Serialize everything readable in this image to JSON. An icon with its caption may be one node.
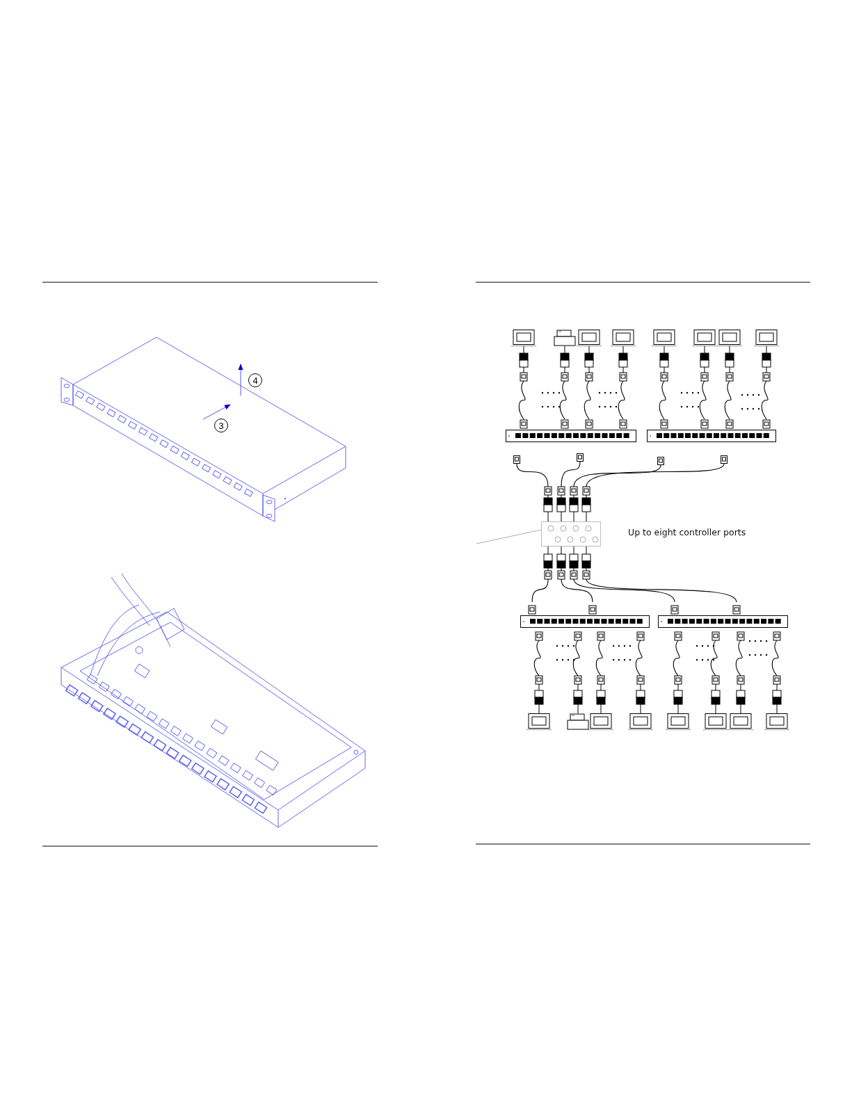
{
  "diagram": {
    "nodes": [
      {
        "text": [],
        "shape": "computer"
      },
      {
        "text": [],
        "shape": "printer"
      },
      {
        "text": [],
        "shape": "computer"
      },
      {
        "text": [],
        "shape": "computer"
      },
      {
        "text": [],
        "shape": "computer"
      },
      {
        "text": [],
        "shape": "computer"
      },
      {
        "text": [],
        "shape": "computer"
      },
      {
        "text": [],
        "shape": "computer"
      },
      {
        "text": [],
        "shape": "hub"
      },
      {
        "text": [],
        "shape": "hub"
      },
      {
        "text": [],
        "shape": "plug"
      },
      {
        "text": [],
        "shape": "plug"
      },
      {
        "text": [],
        "shape": "plug"
      },
      {
        "text": [],
        "shape": "plug"
      },
      {
        "text": [],
        "shape": "panel"
      },
      {
        "text": [],
        "shape": "hub"
      },
      {
        "text": [],
        "shape": "hub"
      },
      {
        "text": [],
        "shape": "computer"
      },
      {
        "text": [],
        "shape": "printer"
      },
      {
        "text": [],
        "shape": "computer"
      },
      {
        "text": [],
        "shape": "computer"
      },
      {
        "text": [],
        "shape": "computer"
      },
      {
        "text": [],
        "shape": "computer"
      },
      {
        "text": [],
        "shape": "computer"
      },
      {
        "text": [],
        "shape": "computer"
      }
    ],
    "edges": [
      {
        "from": 0,
        "to": 8,
        "arrow": "none"
      },
      {
        "from": 1,
        "to": 8,
        "arrow": "none"
      },
      {
        "from": 2,
        "to": 8,
        "arrow": "none"
      },
      {
        "from": 3,
        "to": 8,
        "arrow": "none"
      },
      {
        "from": 4,
        "to": 9,
        "arrow": "none"
      },
      {
        "from": 5,
        "to": 9,
        "arrow": "none"
      },
      {
        "from": 6,
        "to": 9,
        "arrow": "none"
      },
      {
        "from": 7,
        "to": 9,
        "arrow": "none"
      },
      {
        "from": 10,
        "to": 14,
        "arrow": "none"
      },
      {
        "from": 11,
        "to": 14,
        "arrow": "none"
      },
      {
        "from": 12,
        "to": 14,
        "arrow": "none"
      },
      {
        "from": 13,
        "to": 14,
        "arrow": "none"
      },
      {
        "from": 14,
        "to": 15,
        "arrow": "none"
      },
      {
        "from": 14,
        "to": 15,
        "arrow": "none"
      },
      {
        "from": 14,
        "to": 16,
        "arrow": "none"
      },
      {
        "from": 14,
        "to": 16,
        "arrow": "none"
      },
      {
        "from": 15,
        "to": 17,
        "arrow": "none"
      },
      {
        "from": 15,
        "to": 18,
        "arrow": "none"
      },
      {
        "from": 15,
        "to": 19,
        "arrow": "none"
      },
      {
        "from": 15,
        "to": 20,
        "arrow": "none"
      },
      {
        "from": 16,
        "to": 21,
        "arrow": "none"
      },
      {
        "from": 16,
        "to": 22,
        "arrow": "none"
      },
      {
        "from": 16,
        "to": 23,
        "arrow": "none"
      },
      {
        "from": 16,
        "to": 24,
        "arrow": "none"
      },
      {
        "from": 14,
        "to": null,
        "arrow": "none",
        "color": "#999999"
      }
    ],
    "labels": [
      "4",
      "3",
      "Up to eight controller ports"
    ]
  }
}
